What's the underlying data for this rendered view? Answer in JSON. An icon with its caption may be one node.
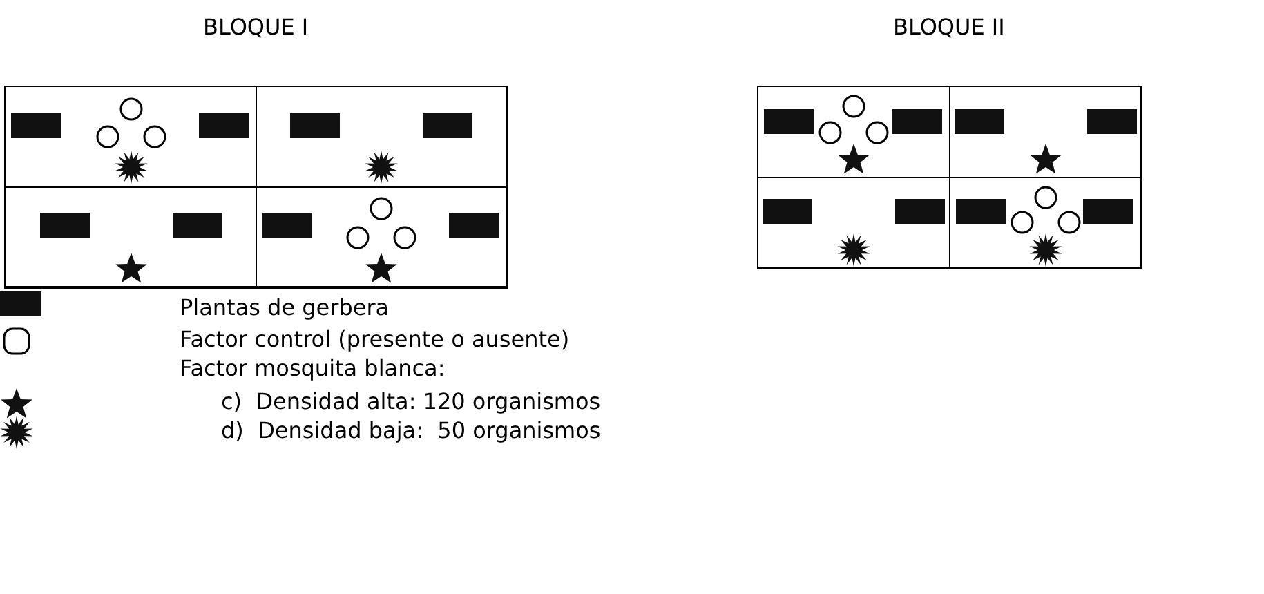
{
  "diagram": {
    "nodes": [
      {
        "text": [
          "BLOQUE I"
        ]
      },
      {
        "text": [],
        "shape": "box",
        "in": 0
      },
      {
        "text": [],
        "shape": "box",
        "in": 0
      },
      {
        "text": [],
        "shape": "box",
        "in": 0
      },
      {
        "text": [],
        "shape": "box",
        "in": 0
      },
      {
        "text": [
          "BLOQUE II"
        ]
      },
      {
        "text": [],
        "shape": "box",
        "in": 5
      },
      {
        "text": [],
        "shape": "box",
        "in": 5
      },
      {
        "text": [],
        "shape": "box",
        "in": 5
      },
      {
        "text": [],
        "shape": "box",
        "in": 5
      }
    ],
    "edges": [],
    "legend": [
      {
        "text": "Plantas de gerbera"
      },
      {
        "text": "Factor control (presente o ausente)"
      },
      {
        "text": "Factor mosquita blanca:"
      },
      {
        "text": "c)  Densidad alta: 120 organismos"
      },
      {
        "text": "d)  Densidad baja:  50 organismos"
      }
    ]
  }
}
